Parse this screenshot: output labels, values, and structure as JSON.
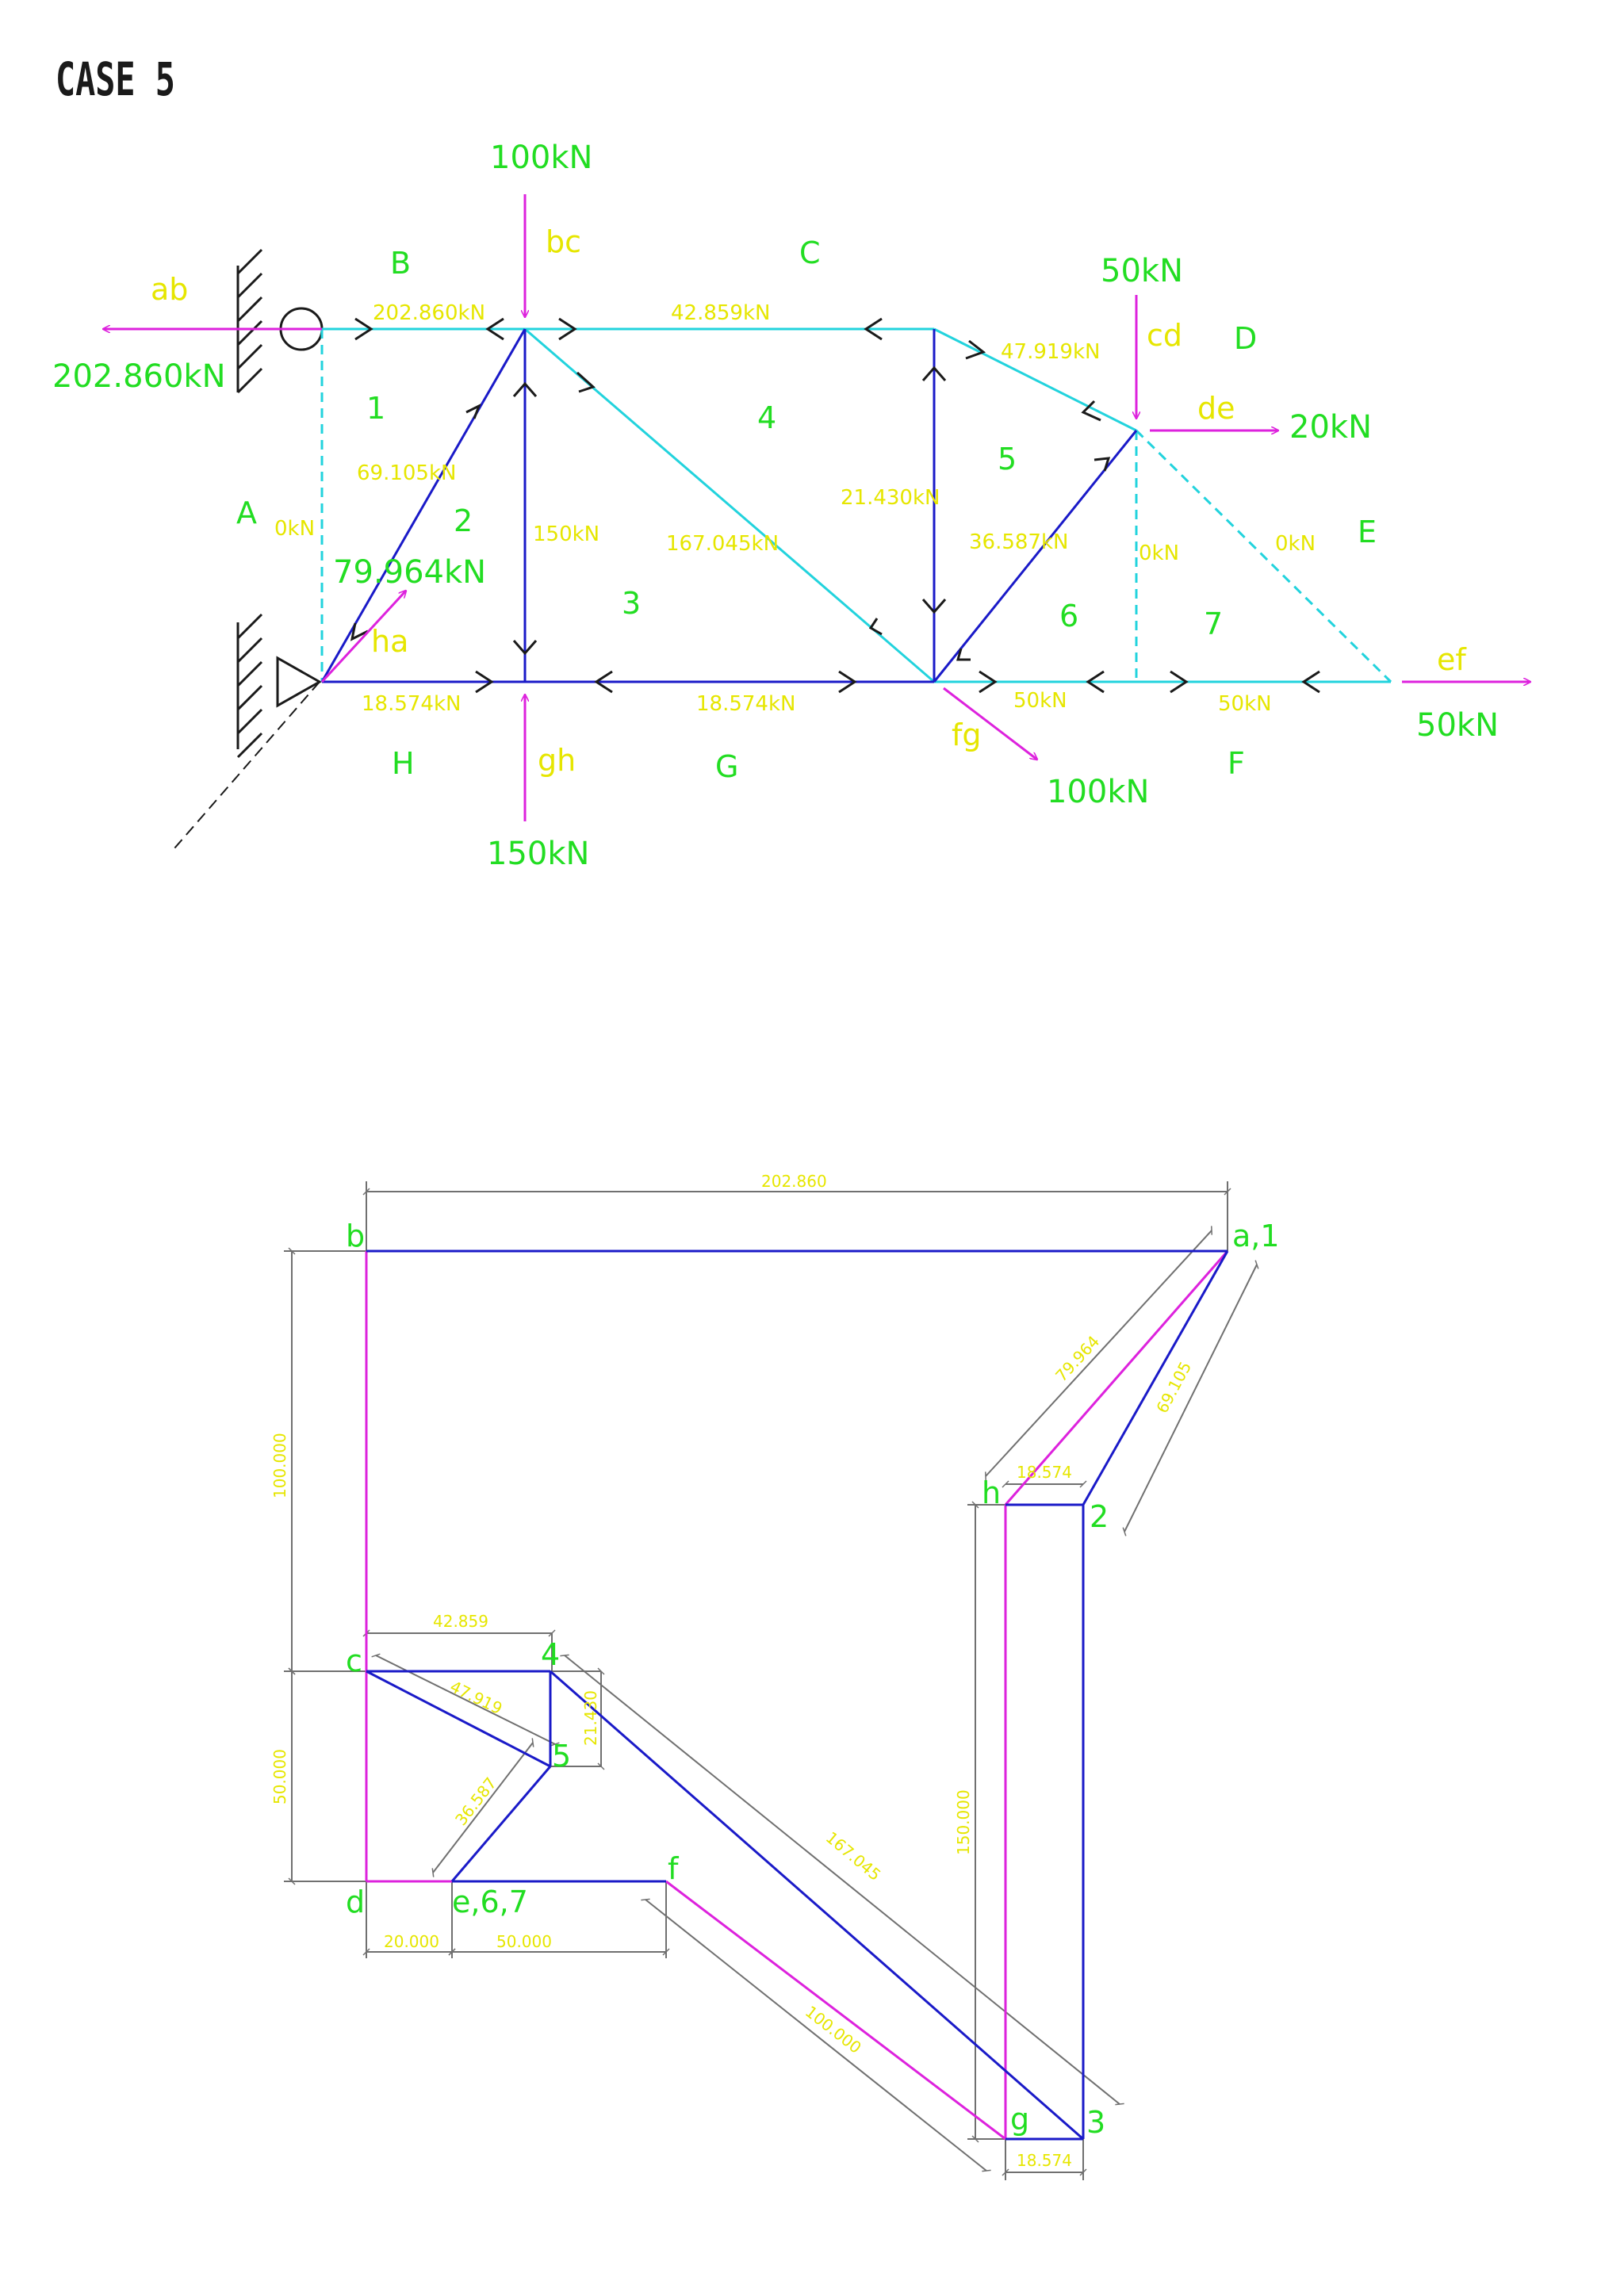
{
  "title": "CASE 5",
  "colors": {
    "member_primary": "#1a1ac8",
    "member_secondary": "#22d3dd",
    "force_arrow": "#dd22dd",
    "label_green": "#22dd22",
    "label_yellow": "#e6e600",
    "dimension": "#707070"
  },
  "truss": {
    "applied_loads": {
      "top_100": "100kN",
      "reaction_left": "202.860kN",
      "load_50_top": "50kN",
      "load_20": "20kN",
      "load_50_right": "50kN",
      "load_100_bottom": "100kN",
      "load_150": "150kN",
      "reaction_pin": "79.964kN"
    },
    "force_labels": {
      "ab": "ab",
      "bc": "bc",
      "cd": "cd",
      "de": "de",
      "ef": "ef",
      "fg": "fg",
      "gh": "gh",
      "ha": "ha"
    },
    "zones": {
      "A": "A",
      "B": "B",
      "C": "C",
      "D": "D",
      "E": "E",
      "F": "F",
      "G": "G",
      "H": "H"
    },
    "regions": {
      "r1": "1",
      "r2": "2",
      "r3": "3",
      "r4": "4",
      "r5": "5",
      "r6": "6",
      "r7": "7"
    },
    "member_forces": {
      "top_left": "202.860kN",
      "top_mid": "42.859kN",
      "top_right_slope": "47.919kN",
      "left_vertical": "0kN",
      "diag_1": "69.105kN",
      "vertical_150": "150kN",
      "diag_167": "167.045kN",
      "vertical_21": "21.430kN",
      "diag_36": "36.587kN",
      "vertical_0_right": "0kN",
      "diag_0_right": "0kN",
      "bottom_left": "18.574kN",
      "bottom_mid": "18.574kN",
      "bottom_r1": "50kN",
      "bottom_r2": "50kN"
    }
  },
  "force_diagram": {
    "points": {
      "b": "b",
      "a1": "a,1",
      "h": "h",
      "p2": "2",
      "c": "c",
      "p4": "4",
      "p5": "5",
      "d": "d",
      "e67": "e,6,7",
      "f": "f",
      "g": "g",
      "p3": "3"
    },
    "dimensions": {
      "top": "202.860",
      "left_upper": "100.000",
      "left_lower": "50.000",
      "diag_79": "79.964",
      "diag_69": "69.105",
      "h_width": "18.574",
      "tall_150": "150.000",
      "c_width": "42.859",
      "c_diag": "47.919",
      "v21": "21.430",
      "d36": "36.587",
      "d167": "167.045",
      "d100": "100.000",
      "w20": "20.000",
      "w50": "50.000",
      "bottom": "18.574"
    }
  }
}
